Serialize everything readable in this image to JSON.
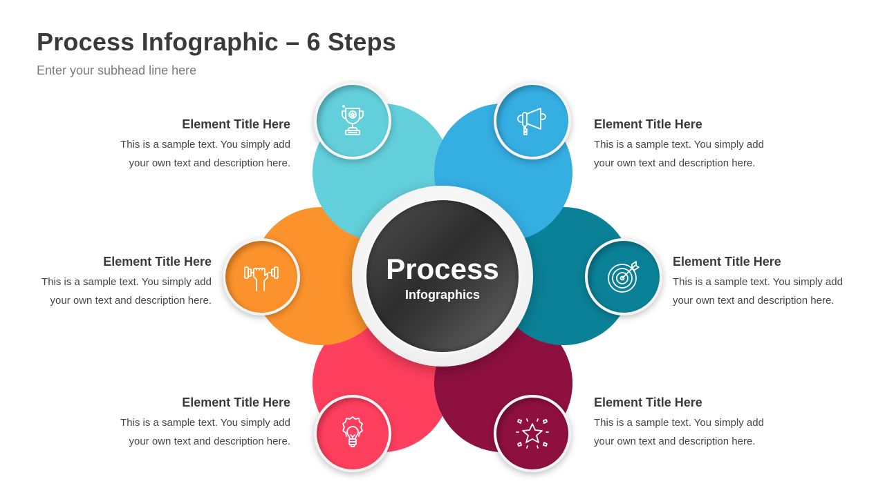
{
  "header": {
    "title": "Process Infographic – 6 Steps",
    "subtitle": "Enter your subhead line here"
  },
  "center": {
    "main": "Process",
    "sub": "Infographics"
  },
  "steps": [
    {
      "position": "top-left",
      "color": "#62CFDA",
      "icon": "trophy-icon",
      "title": "Element Title Here",
      "desc_line1": "This is a sample text. You simply add",
      "desc_line2": "your own text and description here."
    },
    {
      "position": "top-right",
      "color": "#35AEE2",
      "icon": "megaphone-icon",
      "title": "Element Title Here",
      "desc_line1": "This is a sample text. You simply add",
      "desc_line2": "your own text and description here."
    },
    {
      "position": "middle-left",
      "color": "#FB922B",
      "icon": "dumbbell-fist-icon",
      "title": "Element Title Here",
      "desc_line1": "This is a sample text. You simply add",
      "desc_line2": "your own text and description here."
    },
    {
      "position": "middle-right",
      "color": "#0A8197",
      "icon": "target-arrow-icon",
      "title": "Element Title Here",
      "desc_line1": "This is a sample text. You simply add",
      "desc_line2": "your own text and description here."
    },
    {
      "position": "bottom-left",
      "color": "#FF3F5E",
      "icon": "lightbulb-icon",
      "title": "Element Title Here",
      "desc_line1": "This is a sample text. You simply add",
      "desc_line2": "your own text and description here."
    },
    {
      "position": "bottom-right",
      "color": "#8E103F",
      "icon": "star-burst-icon",
      "title": "Element Title Here",
      "desc_line1": "This is a sample text. You simply add",
      "desc_line2": "your own text and description here."
    }
  ]
}
